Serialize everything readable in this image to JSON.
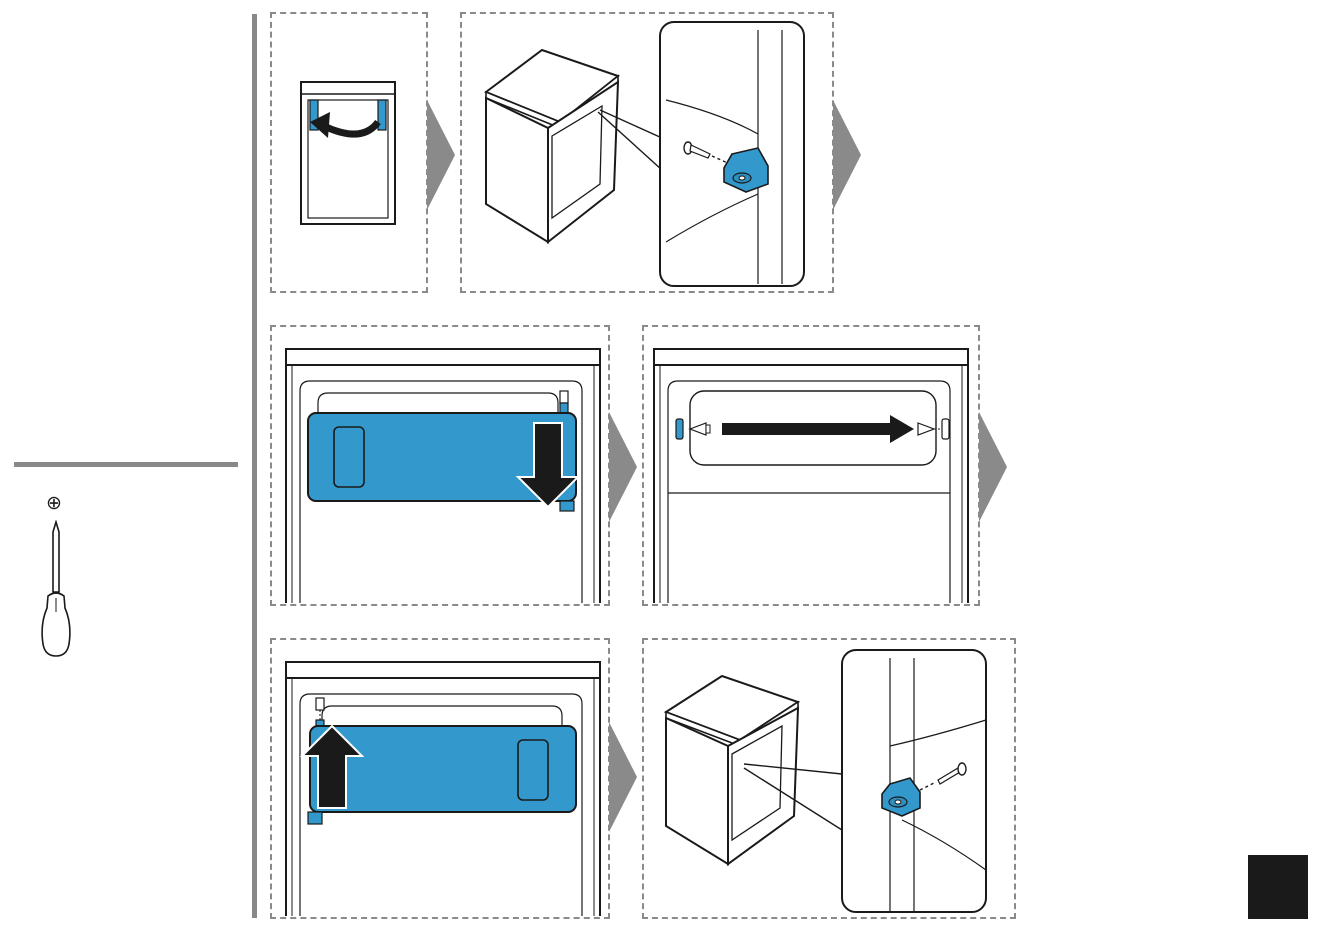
{
  "colors": {
    "accent": "#3399cc",
    "outline": "#1a1a1a",
    "dashed_border": "#8a8a8a",
    "step_arrow": "#8a8a8a",
    "divider": "#888888",
    "page_box": "#1a1a1a"
  },
  "tools": {
    "screwdriver_head_symbol": "⊕"
  },
  "icons": {
    "tool": "phillips-screwdriver-icon",
    "step_arrow": "chevron-right-icon",
    "motion_arrow": "bold-arrow-icon",
    "screw": "screw-icon",
    "hinge": "hinge-bracket-icon"
  },
  "steps": [
    {
      "id": "open-door"
    },
    {
      "id": "remove-hinge-screw"
    },
    {
      "id": "lower-freezer-door"
    },
    {
      "id": "swap-pins-left-to-right"
    },
    {
      "id": "raise-freezer-door"
    },
    {
      "id": "fit-hinge-screw"
    }
  ]
}
